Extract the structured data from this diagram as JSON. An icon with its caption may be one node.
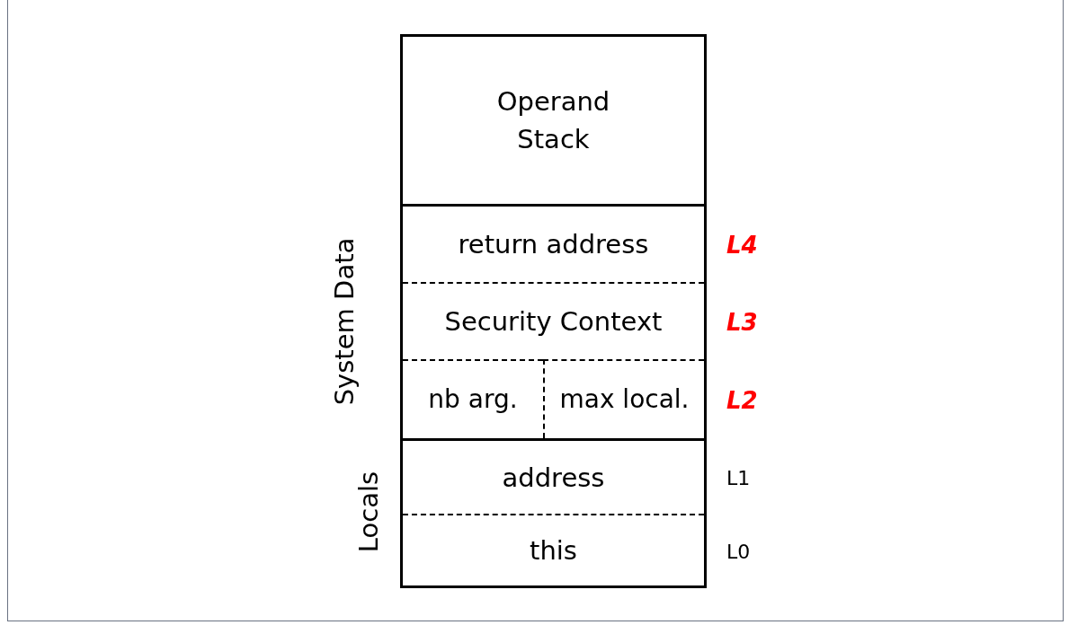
{
  "diagram": {
    "nodes": [
      {
        "text": [
          "Operand Stack"
        ]
      },
      {
        "text": [
          "return address"
        ],
        "beside": [
          "L4"
        ]
      },
      {
        "text": [
          "Security Context"
        ],
        "beside": [
          "L3"
        ]
      },
      {
        "text": [
          "nb arg."
        ]
      },
      {
        "text": [
          "max local."
        ],
        "beside": [
          "L2"
        ]
      },
      {
        "text": [
          "address"
        ],
        "beside": [
          "L1"
        ]
      },
      {
        "text": [
          "this"
        ],
        "beside": [
          "L0"
        ]
      }
    ],
    "labels": [
      "System Data",
      "Locals"
    ]
  }
}
